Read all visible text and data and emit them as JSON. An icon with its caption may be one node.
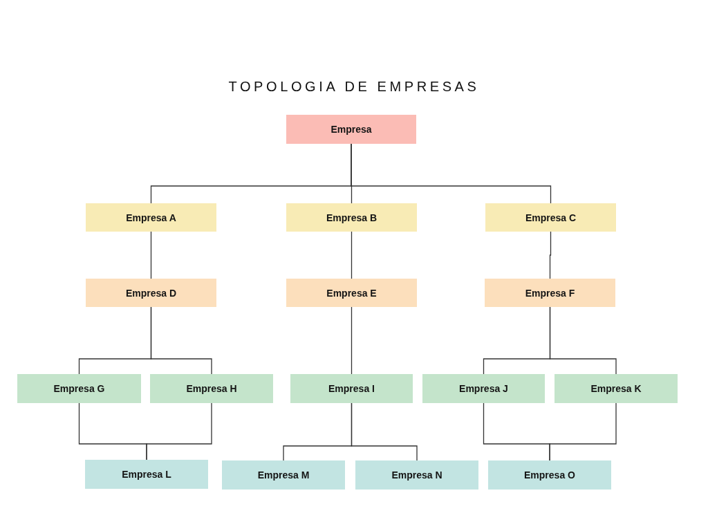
{
  "diagram": {
    "title": "TOPOLOGIA DE EMPRESAS",
    "nodes": [
      {
        "text": [
          "Empresa"
        ]
      },
      {
        "text": [
          "Empresa A"
        ]
      },
      {
        "text": [
          "Empresa B"
        ]
      },
      {
        "text": [
          "Empresa C"
        ]
      },
      {
        "text": [
          "Empresa D"
        ]
      },
      {
        "text": [
          "Empresa E"
        ]
      },
      {
        "text": [
          "Empresa F"
        ]
      },
      {
        "text": [
          "Empresa G"
        ]
      },
      {
        "text": [
          "Empresa H"
        ]
      },
      {
        "text": [
          "Empresa I"
        ]
      },
      {
        "text": [
          "Empresa J"
        ]
      },
      {
        "text": [
          "Empresa K"
        ]
      },
      {
        "text": [
          "Empresa L"
        ]
      },
      {
        "text": [
          "Empresa M"
        ]
      },
      {
        "text": [
          "Empresa N"
        ]
      },
      {
        "text": [
          "Empresa O"
        ]
      }
    ],
    "edges": [
      {
        "from": 0,
        "to": 1,
        "arrow": "none"
      },
      {
        "from": 0,
        "to": 2,
        "arrow": "none"
      },
      {
        "from": 0,
        "to": 3,
        "arrow": "none"
      },
      {
        "from": 1,
        "to": 4,
        "arrow": "none"
      },
      {
        "from": 2,
        "to": 5,
        "arrow": "none"
      },
      {
        "from": 3,
        "to": 6,
        "arrow": "none"
      },
      {
        "from": 4,
        "to": 7,
        "arrow": "none"
      },
      {
        "from": 4,
        "to": 8,
        "arrow": "none"
      },
      {
        "from": 5,
        "to": 9,
        "arrow": "none"
      },
      {
        "from": 6,
        "to": 10,
        "arrow": "none"
      },
      {
        "from": 6,
        "to": 11,
        "arrow": "none"
      },
      {
        "from": 7,
        "to": 12,
        "arrow": "none"
      },
      {
        "from": 8,
        "to": 12,
        "arrow": "none"
      },
      {
        "from": 9,
        "to": 13,
        "arrow": "none"
      },
      {
        "from": 9,
        "to": 14,
        "arrow": "none"
      },
      {
        "from": 10,
        "to": 15,
        "arrow": "none"
      },
      {
        "from": 11,
        "to": 15,
        "arrow": "none"
      }
    ]
  }
}
